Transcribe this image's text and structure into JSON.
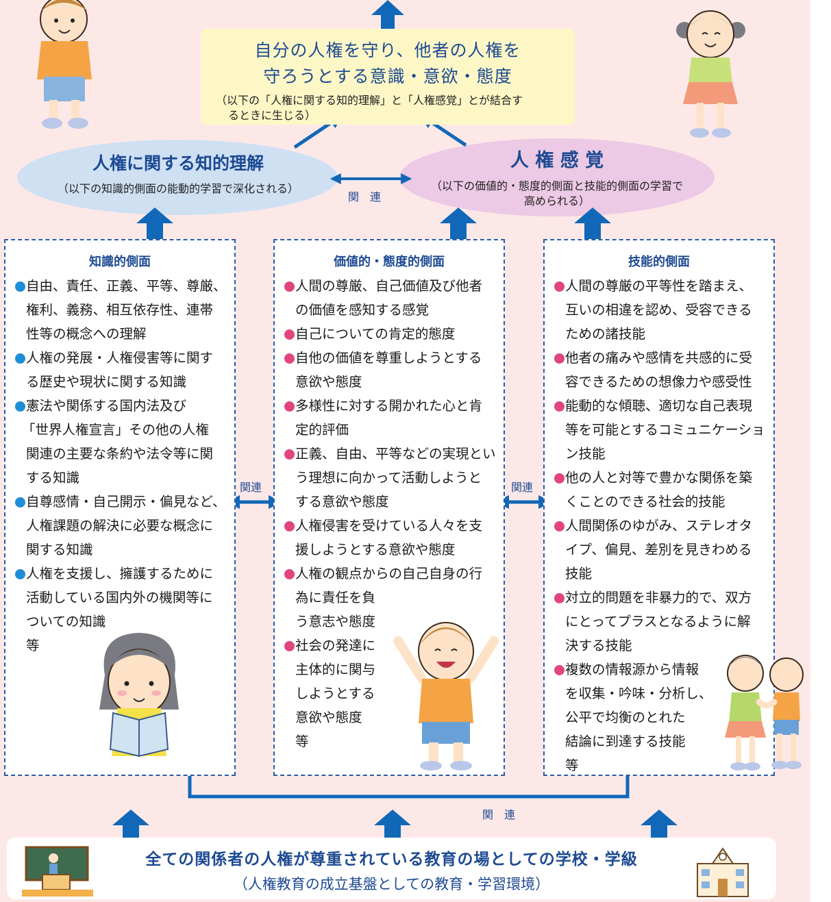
{
  "goal": {
    "title_line1": "自分の人権を守り、他者の人権を",
    "title_line2": "守ろうとする意識・意欲・態度",
    "note_line1": "（以下の「人権に関する知的理解」と「人権感覚」とが結合す",
    "note_line2": "るときに生じる）"
  },
  "left_oval": {
    "title": "人権に関する知的理解",
    "note": "（以下の知識的側面の能動的学習で深化される）"
  },
  "right_oval": {
    "title": "人 権 感 覚",
    "note_line1": "（以下の価値的・態度的側面と技能的側面の学習で",
    "note_line2": "高められる）"
  },
  "relation_labels": {
    "top": "関　連",
    "left_mid": "関連",
    "right_mid": "関連",
    "bottom": "関　連"
  },
  "panels": {
    "knowledge": {
      "title": "知識的側面",
      "lines": [
        "自由、責任、正義、平等、尊厳、",
        "権利、義務、相互依存性、連帯",
        "性等の概念への理解",
        "人権の発展・人権侵害等に関す",
        "る歴史や現状に関する知識",
        "憲法や関係する国内法及び",
        "「世界人権宣言」その他の人権",
        "関連の主要な条約や法令等に関",
        "する知識",
        "自尊感情・自己開示・偏見など、",
        "人権課題の解決に必要な概念に",
        "関する知識",
        "人権を支援し、擁護するために",
        "活動している国内外の機関等に",
        "ついての知識",
        "等"
      ]
    },
    "values": {
      "title": "価値的・態度的側面",
      "lines": [
        "人間の尊厳、自己価値及び他者",
        "の価値を感知する感覚",
        "自己についての肯定的態度",
        "自他の価値を尊重しようとする",
        "意欲や態度",
        "多様性に対する開かれた心と肯",
        "定的評価",
        "正義、自由、平等などの実現とい",
        "う理想に向かって活動しようと",
        "する意欲や態度",
        "人権侵害を受けている人々を支",
        "援しようとする意欲や態度",
        "人権の観点からの自己自身の行",
        "為に責任を負",
        "う意志や態度",
        "社会の発達に",
        "主体的に関与",
        "しようとする",
        "意欲や態度",
        "等"
      ]
    },
    "skills": {
      "title": "技能的側面",
      "lines": [
        "人間の尊厳の平等性を踏まえ、",
        "互いの相違を認め、受容できる",
        "ための諸技能",
        "他者の痛みや感情を共感的に受",
        "容できるための想像力や感受性",
        "能動的な傾聴、適切な自己表現",
        "等を可能とするコミュニケーショ",
        "ン技能",
        "他の人と対等で豊かな関係を築",
        "くことのできる社会的技能",
        "人間関係のゆがみ、ステレオタ",
        "イプ、偏見、差別を見きわめる",
        "技能",
        "対立的問題を非暴力的で、双方",
        "にとってプラスとなるように解",
        "決する技能",
        "複数の情報源から情報",
        "を収集・吟味・分析し、",
        "公平で均衡のとれた",
        "結論に到達する技能",
        "等"
      ]
    }
  },
  "base": {
    "title": "全ての関係者の人権が尊重されている教育の場としての学校・学級",
    "subtitle": "（人権教育の成立基盤としての教育・学習環境）"
  },
  "colors": {
    "background": "#fde8e8",
    "arrow_blue": "#1168b8",
    "heading_blue": "#1d4a92",
    "bullet_blue": "#1e8ed6",
    "bullet_pink": "#e0457e",
    "goal_fill": "#fdf7c6",
    "oval_left_fill": "#cfe0f3",
    "oval_right_fill": "#ecc9e4"
  }
}
